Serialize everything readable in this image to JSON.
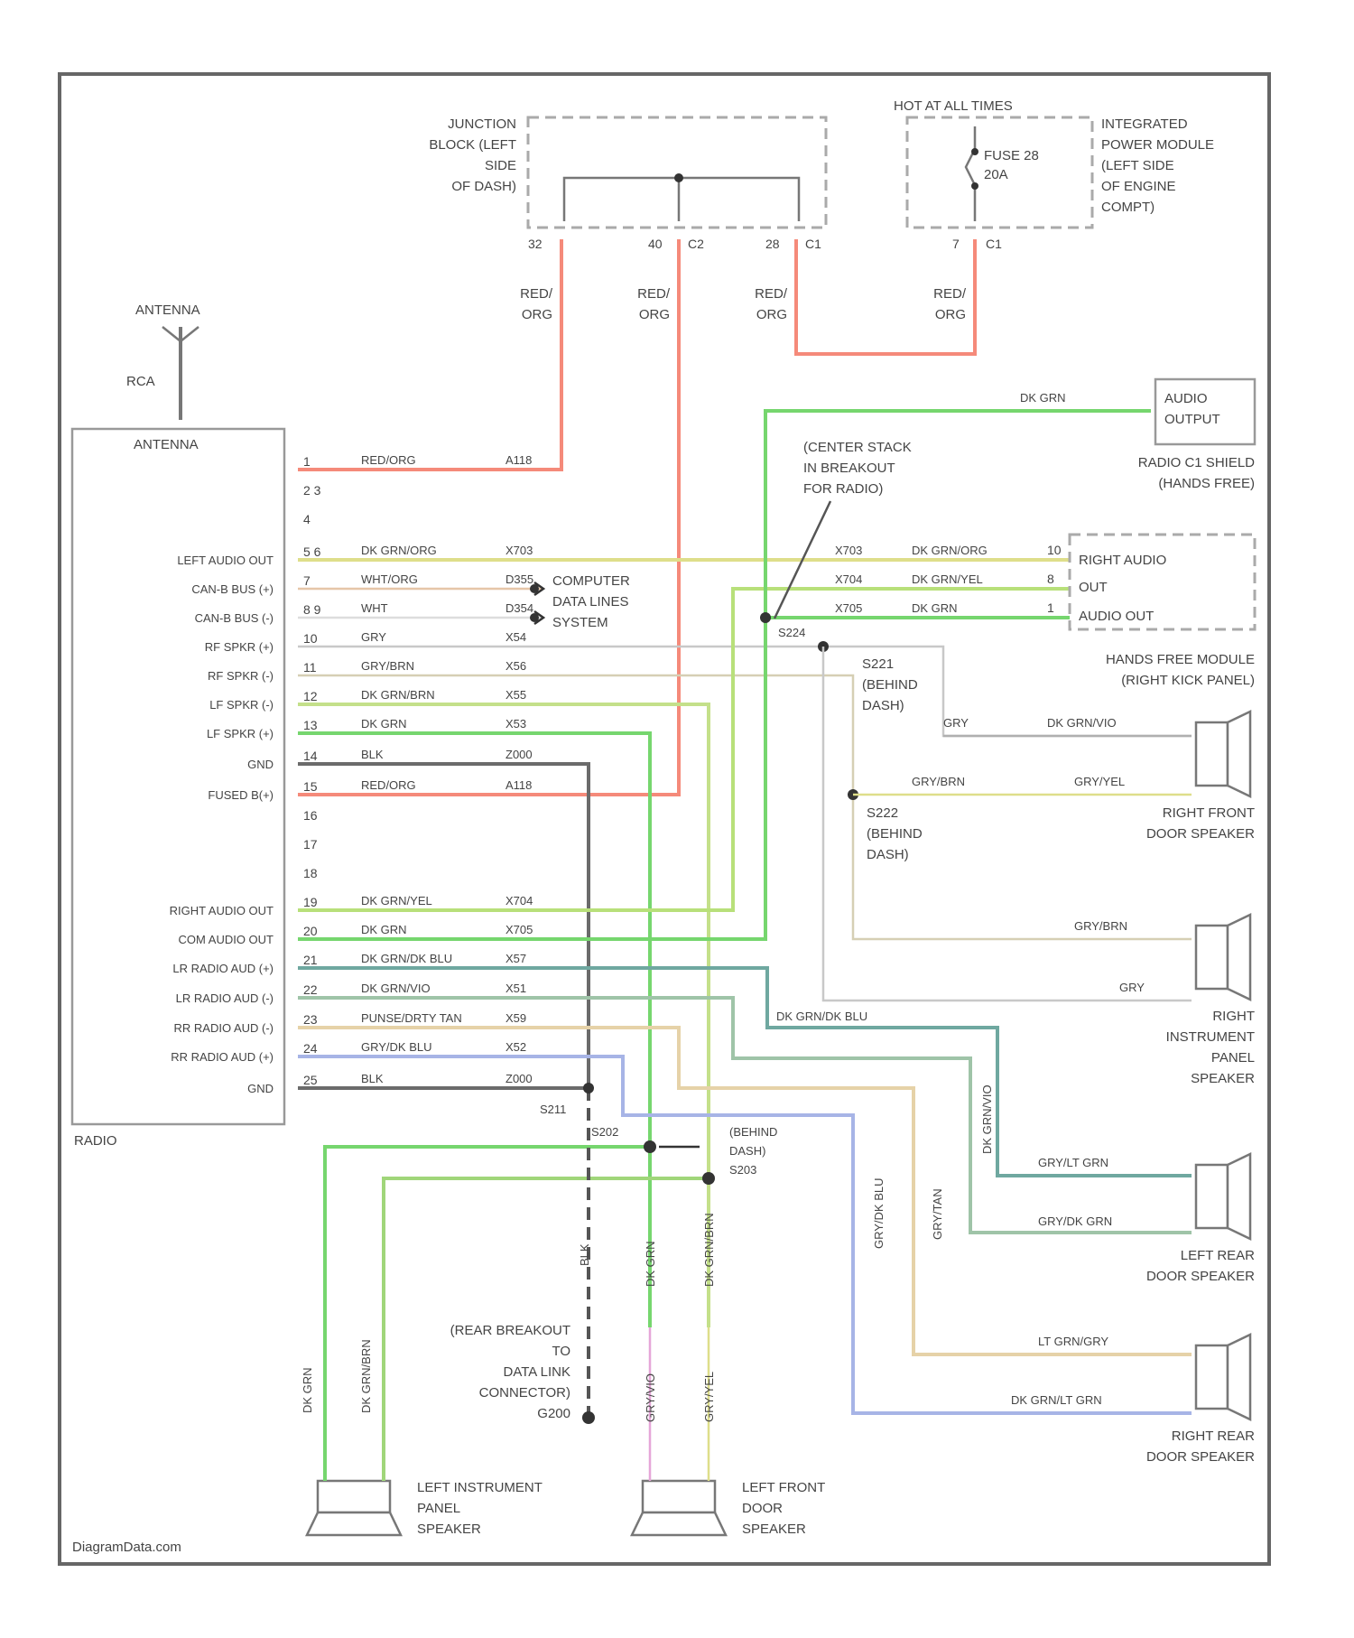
{
  "colors": {
    "red_org": "#f58a7a",
    "dk_grn": "#76d66e",
    "gry": "#c8c8c8",
    "gry_brn": "#d6cfb4",
    "blk": "#6b6b6b",
    "dk_grn_blu": "#6fa8a0",
    "tan": "#e6d2a8",
    "blue": "#a7b4e6",
    "pink": "#e6a6d8",
    "yel": "#dede8a"
  },
  "top": {
    "junction_block": "JUNCTION\nBLOCK (LEFT\nSIDE\nOF DASH)",
    "hot_at_all_times": "HOT AT ALL TIMES",
    "fuse": "FUSE 28\n20A",
    "ipm": "INTEGRATED\nPOWER MODULE\n(LEFT SIDE\nOF ENGINE\nCOMPT)",
    "jb_pins": [
      "32",
      "40",
      "C2",
      "28",
      "C1"
    ],
    "ipm_pins": [
      "7",
      "C1"
    ],
    "red_org": "RED/\nORG"
  },
  "antenna": {
    "label": "ANTENNA",
    "wire": "RCA"
  },
  "radio": {
    "title": "ANTENNA",
    "name": "RADIO",
    "left_labels": [
      "LEFT AUDIO OUT",
      "CAN-B BUS (+)",
      "CAN-B BUS (-)",
      "RF SPKR (+)",
      "RF SPKR (-)",
      "LF SPKR (-)",
      "LF SPKR (+)",
      "GND",
      "FUSED B(+)",
      "RIGHT AUDIO OUT",
      "COM AUDIO OUT",
      "LR RADIO AUD (+)",
      "LR RADIO AUD (-)",
      "RR RADIO AUD (-)",
      "RR RADIO AUD (+)",
      "GND"
    ],
    "pins": [
      "1",
      "2 3",
      "4",
      "5 6",
      "7",
      "8 9",
      "10",
      "11",
      "12",
      "13",
      "14",
      "15",
      "16",
      "17",
      "18",
      "19",
      "20",
      "21",
      "22",
      "23",
      "24",
      "25"
    ],
    "wires": [
      {
        "color": "RED/ORG",
        "circuit": "A118"
      },
      {
        "color": "DK GRN/ORG",
        "circuit": "X703"
      },
      {
        "color": "WHT/ORG",
        "circuit": "D355"
      },
      {
        "color": "WHT",
        "circuit": "D354"
      },
      {
        "color": "GRY",
        "circuit": "X54"
      },
      {
        "color": "GRY/BRN",
        "circuit": "X56"
      },
      {
        "color": "DK GRN/BRN",
        "circuit": "X55"
      },
      {
        "color": "DK GRN",
        "circuit": "X53"
      },
      {
        "color": "BLK",
        "circuit": "Z000"
      },
      {
        "color": "RED/ORG",
        "circuit": "A118"
      },
      {
        "color": "DK GRN/YEL",
        "circuit": "X704"
      },
      {
        "color": "DK GRN",
        "circuit": "X705"
      },
      {
        "color": "DK GRN/DK BLU",
        "circuit": "X57"
      },
      {
        "color": "DK GRN/VIO",
        "circuit": "X51"
      },
      {
        "color": "PUNSE/DRTY TAN",
        "circuit": "X59"
      },
      {
        "color": "GRY/DK BLU",
        "circuit": "X52"
      },
      {
        "color": "BLK",
        "circuit": "Z000"
      }
    ]
  },
  "computer": "COMPUTER\nDATA LINES\nSYSTEM",
  "center_stack": "(CENTER STACK\nIN BREAKOUT\nFOR RADIO)",
  "audio_output": "AUDIO\nOUTPUT",
  "radio_shield": "RADIO C1 SHIELD\n(HANDS FREE)",
  "hfm": {
    "right_audio": "RIGHT AUDIO",
    "out": "OUT",
    "audio_out": "AUDIO OUT",
    "name": "HANDS FREE MODULE\n(RIGHT KICK PANEL)",
    "wires": [
      {
        "circuit": "X703",
        "color": "DK GRN/ORG",
        "pin": "10"
      },
      {
        "circuit": "X704",
        "color": "DK GRN/YEL",
        "pin": "8"
      },
      {
        "circuit": "X705",
        "color": "DK GRN",
        "pin": "1"
      }
    ],
    "top_wire": "DK GRN"
  },
  "splices": {
    "s224": "S224",
    "s221": "S221\n(BEHIND\nDASH)",
    "s222": "S222\n(BEHIND\nDASH)",
    "s211": "S211",
    "s202": "S202",
    "s203": "(BEHIND\nDASH)\nS203",
    "g200": "(REAR BREAKOUT\nTO\nDATA LINK\nCONNECTOR)\nG200"
  },
  "speakers": {
    "right_front_door": "RIGHT FRONT\nDOOR SPEAKER",
    "right_ip": "RIGHT\nINSTRUMENT\nPANEL\nSPEAKER",
    "left_rear_door": "LEFT REAR\nDOOR SPEAKER",
    "right_rear_door": "RIGHT REAR\nDOOR SPEAKER",
    "left_ip": "LEFT INSTRUMENT\nPANEL\nSPEAKER",
    "left_front_door": "LEFT FRONT\nDOOR\nSPEAKER"
  },
  "speaker_wires": {
    "rfd_1": "DK GRN/VIO",
    "rfd_2": "GRY/YEL",
    "rfd_gry": "GRY",
    "rfd_grybrn": "GRY/BRN",
    "rip_1": "GRY/BRN",
    "rip_2": "GRY",
    "rip_mid": "DK GRN/DK BLU",
    "lrd_1": "GRY/LT GRN",
    "lrd_2": "GRY/DK GRN",
    "lrd_v": "DK GRN/VIO",
    "rrd_1": "LT GRN/GRY",
    "rrd_2": "DK GRN/LT GRN",
    "rrd_v1": "GRY/DK BLU",
    "rrd_v2": "GRY/TAN",
    "lip_1": "DK GRN",
    "lip_2": "DK GRN/BRN",
    "lfd_1": "GRY/VIO",
    "lfd_2": "GRY/YEL",
    "lfd_v1": "DK GRN",
    "lfd_v2": "DK GRN/BRN",
    "blk_v": "BLK"
  },
  "watermark": "DiagramData.com"
}
